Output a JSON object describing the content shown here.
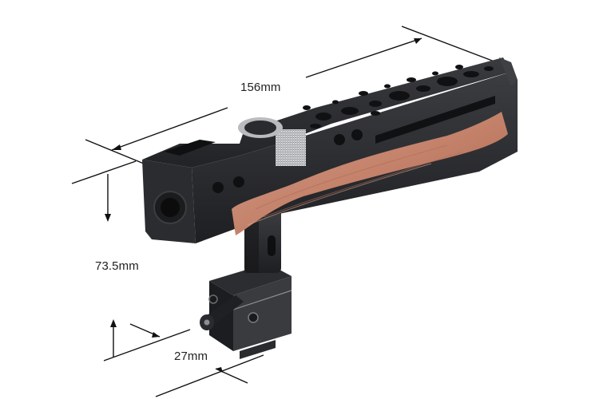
{
  "product": {
    "name": "camera top handle with wooden grip",
    "colors": {
      "metal": "#2a2b2e",
      "metal_dark": "#151618",
      "metal_light": "#4a4c50",
      "wood": "#c48670",
      "wood_dark": "#a96a55",
      "knob": "#c9cacc",
      "background": "#ffffff",
      "dimension_line": "#111111"
    }
  },
  "dimensions": {
    "length": {
      "label": "156mm"
    },
    "height": {
      "label": "73.5mm"
    },
    "width": {
      "label": "27mm"
    }
  }
}
